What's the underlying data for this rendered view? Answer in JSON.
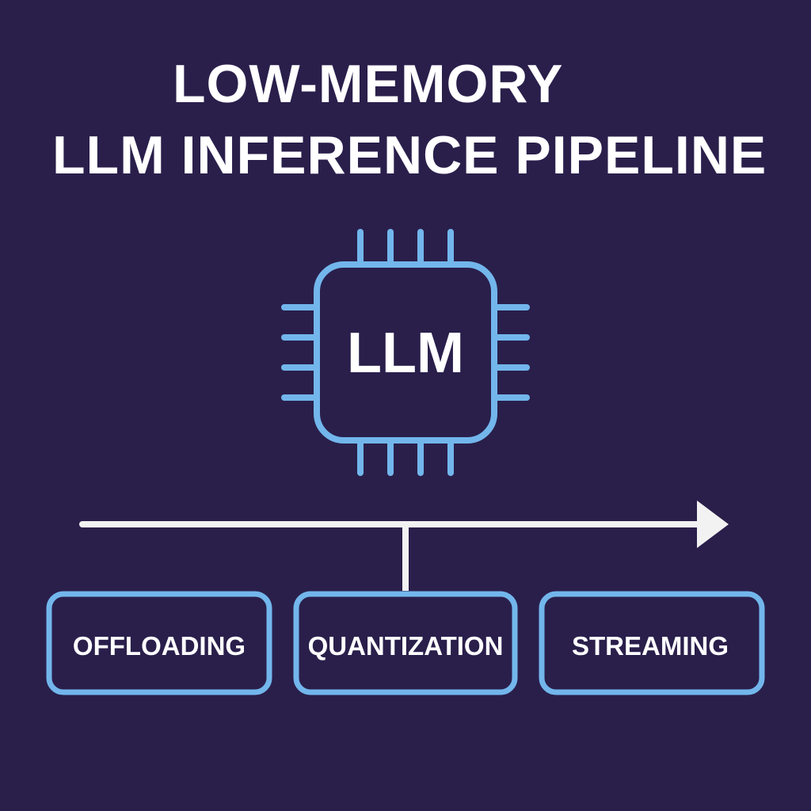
{
  "title": {
    "line1": "LOW-MEMORY",
    "line2": "LLM INFERENCE PIPELINE"
  },
  "chip": {
    "label": "LLM",
    "icon": "cpu-chip-icon"
  },
  "pipeline": {
    "stages": [
      "OFFLOADING",
      "QUANTIZATION",
      "STREAMING"
    ]
  },
  "colors": {
    "background": "#2a1f4b",
    "accent": "#72b6ec",
    "text": "#ffffff",
    "arrow": "#f2f2f2"
  }
}
